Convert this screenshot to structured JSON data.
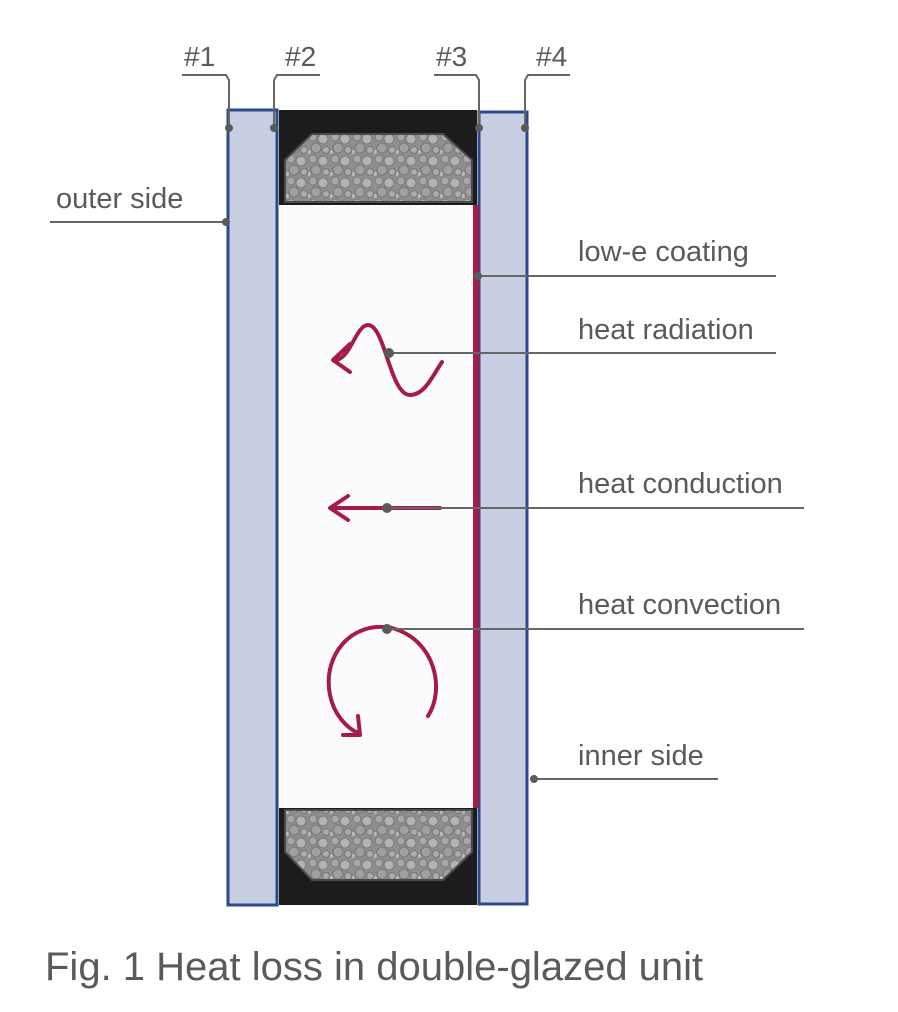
{
  "surfaces": {
    "s1": "#1",
    "s2": "#2",
    "s3": "#3",
    "s4": "#4"
  },
  "labels": {
    "outer_side": "outer side",
    "low_e_coating": "low-e coating",
    "heat_radiation": "heat radiation",
    "heat_conduction": "heat conduction",
    "heat_convection": "heat convection",
    "inner_side": "inner side"
  },
  "caption": "Fig. 1 Heat loss in double-glazed unit",
  "colors": {
    "glass_fill": "#c9cfe3",
    "glass_border": "#2b4a8c",
    "spacer": "#1c1c1c",
    "desiccant": "#9a9a9a",
    "low_e": "#a51d47",
    "heat_arrows": "#a51d47",
    "text": "#5a5a5a"
  }
}
